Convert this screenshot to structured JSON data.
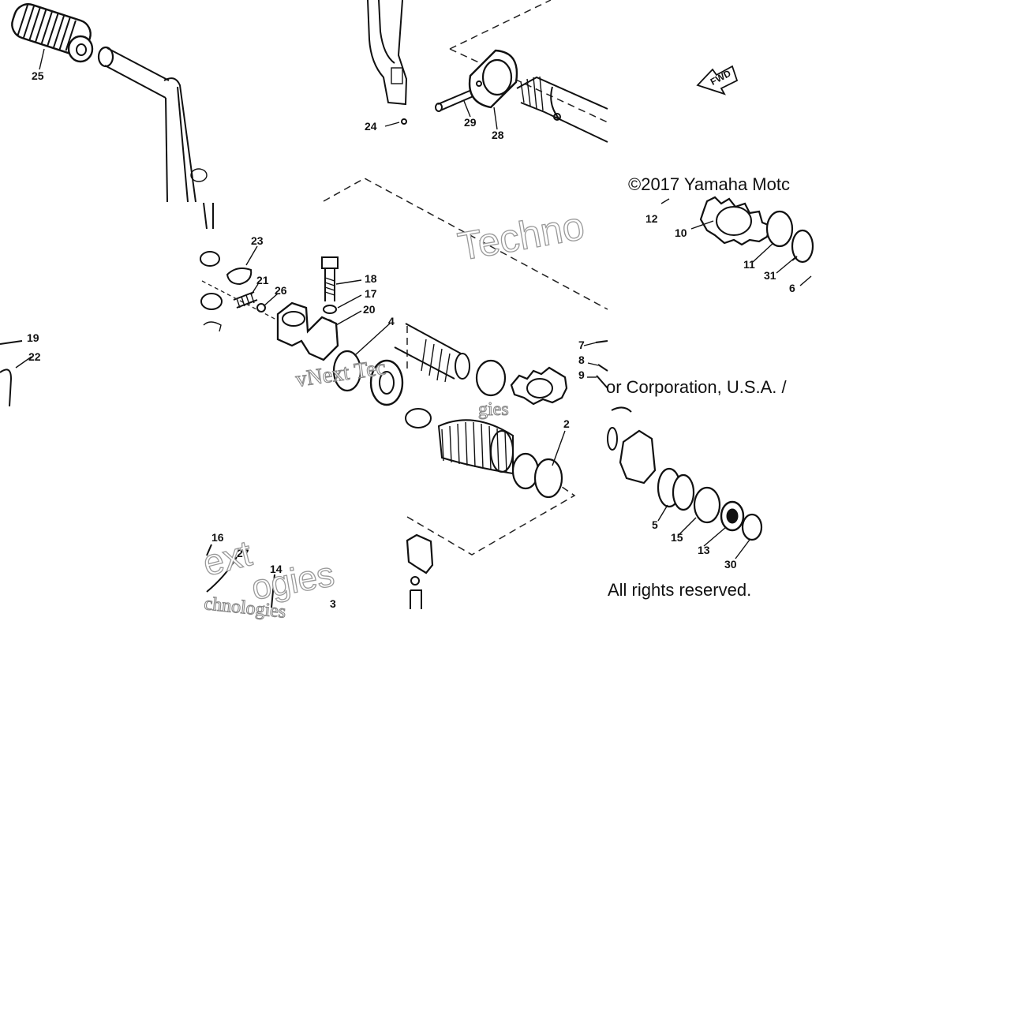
{
  "diagram": {
    "part_numbers": [
      "25",
      "24",
      "29",
      "28",
      "23",
      "18",
      "17",
      "21",
      "26",
      "20",
      "4",
      "19",
      "22",
      "7",
      "8",
      "9",
      "2",
      "12",
      "10",
      "11",
      "31",
      "6",
      "16",
      "27",
      "14",
      "3",
      "5",
      "15",
      "13",
      "30"
    ],
    "copyright": {
      "line1": "©2017 Yamaha Motc",
      "line2": "or Corporation, U.S.A. /",
      "line3": "All rights reserved."
    },
    "fwd_label": "FWD",
    "watermark": {
      "top": "Techno",
      "mid_a": "vNext Tec",
      "mid_b": "gies",
      "low_a": "ext",
      "low_b": "ogies",
      "low_c": "chnologies"
    }
  }
}
